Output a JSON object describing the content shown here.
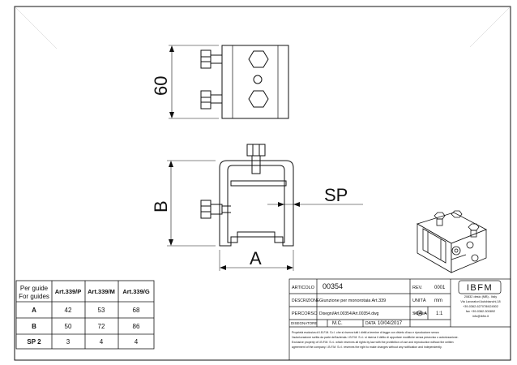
{
  "drawing": {
    "dim_60": "60",
    "dim_b": "B",
    "dim_a": "A",
    "dim_sp": "SP"
  },
  "table": {
    "header_line1": "Per guide",
    "header_line2": "For guides",
    "columns": [
      "Art.339/P",
      "Art.339/M",
      "Art.339/G"
    ],
    "rows": [
      {
        "label": "A",
        "values": [
          "42",
          "53",
          "68"
        ]
      },
      {
        "label": "B",
        "values": [
          "50",
          "72",
          "86"
        ]
      },
      {
        "label": "SP 2",
        "values": [
          "3",
          "4",
          "4"
        ]
      }
    ]
  },
  "title_block": {
    "articolo_label": "ARTICOLO",
    "articolo_value": "00354",
    "rev_label": "REV.",
    "rev_value": "0001",
    "descrizione_label": "DESCRIZIONE",
    "descrizione_value": "Giunzione per monorotaia Art.339",
    "unita_label": "UNITÀ",
    "unita_value": "mm",
    "percorso_label": "PERCORSO",
    "percorso_value": "Disegni/Art.00354/Art.00354.dwg",
    "scala_label": "SCALA",
    "scala_value": "1:1",
    "disegnatore_label": "DISEGNATORE",
    "disegnatore_value": "M.C.",
    "data_label": "DATA",
    "data_value": "10/04/2017",
    "logo_text": "IBFM",
    "company_lines": [
      "20832 desio (MB) - Italy",
      "Via Lavoratori Autobianchi,18",
      "+39-0362-627078/624502",
      "fax +39-0362-300892",
      "info@ibfm.it"
    ],
    "legal_line1": "Proprietà esclusiva di I.B.F.M. S.r.l. che si riserva tutti i diritti a termine di legge con divieto d'uso e riproduzione senza",
    "legal_line2": "l'autorizzazione scritta da parte dell'azienda. I.B.F.M. S.r.l. si riserva il diritto di apportare modifiche senza preavviso o autorizzazione.",
    "legal_line3": "Exclusive property of I.B.F.M. S.r.l. which reserves all rights by law with the prohibition of use and reproduction without the written",
    "legal_line4": "agreement of the company. I.B.F.M. S.r.l. reserves the right to make changes without any notification and independently."
  },
  "colors": {
    "line": "#111111",
    "background": "#ffffff"
  }
}
